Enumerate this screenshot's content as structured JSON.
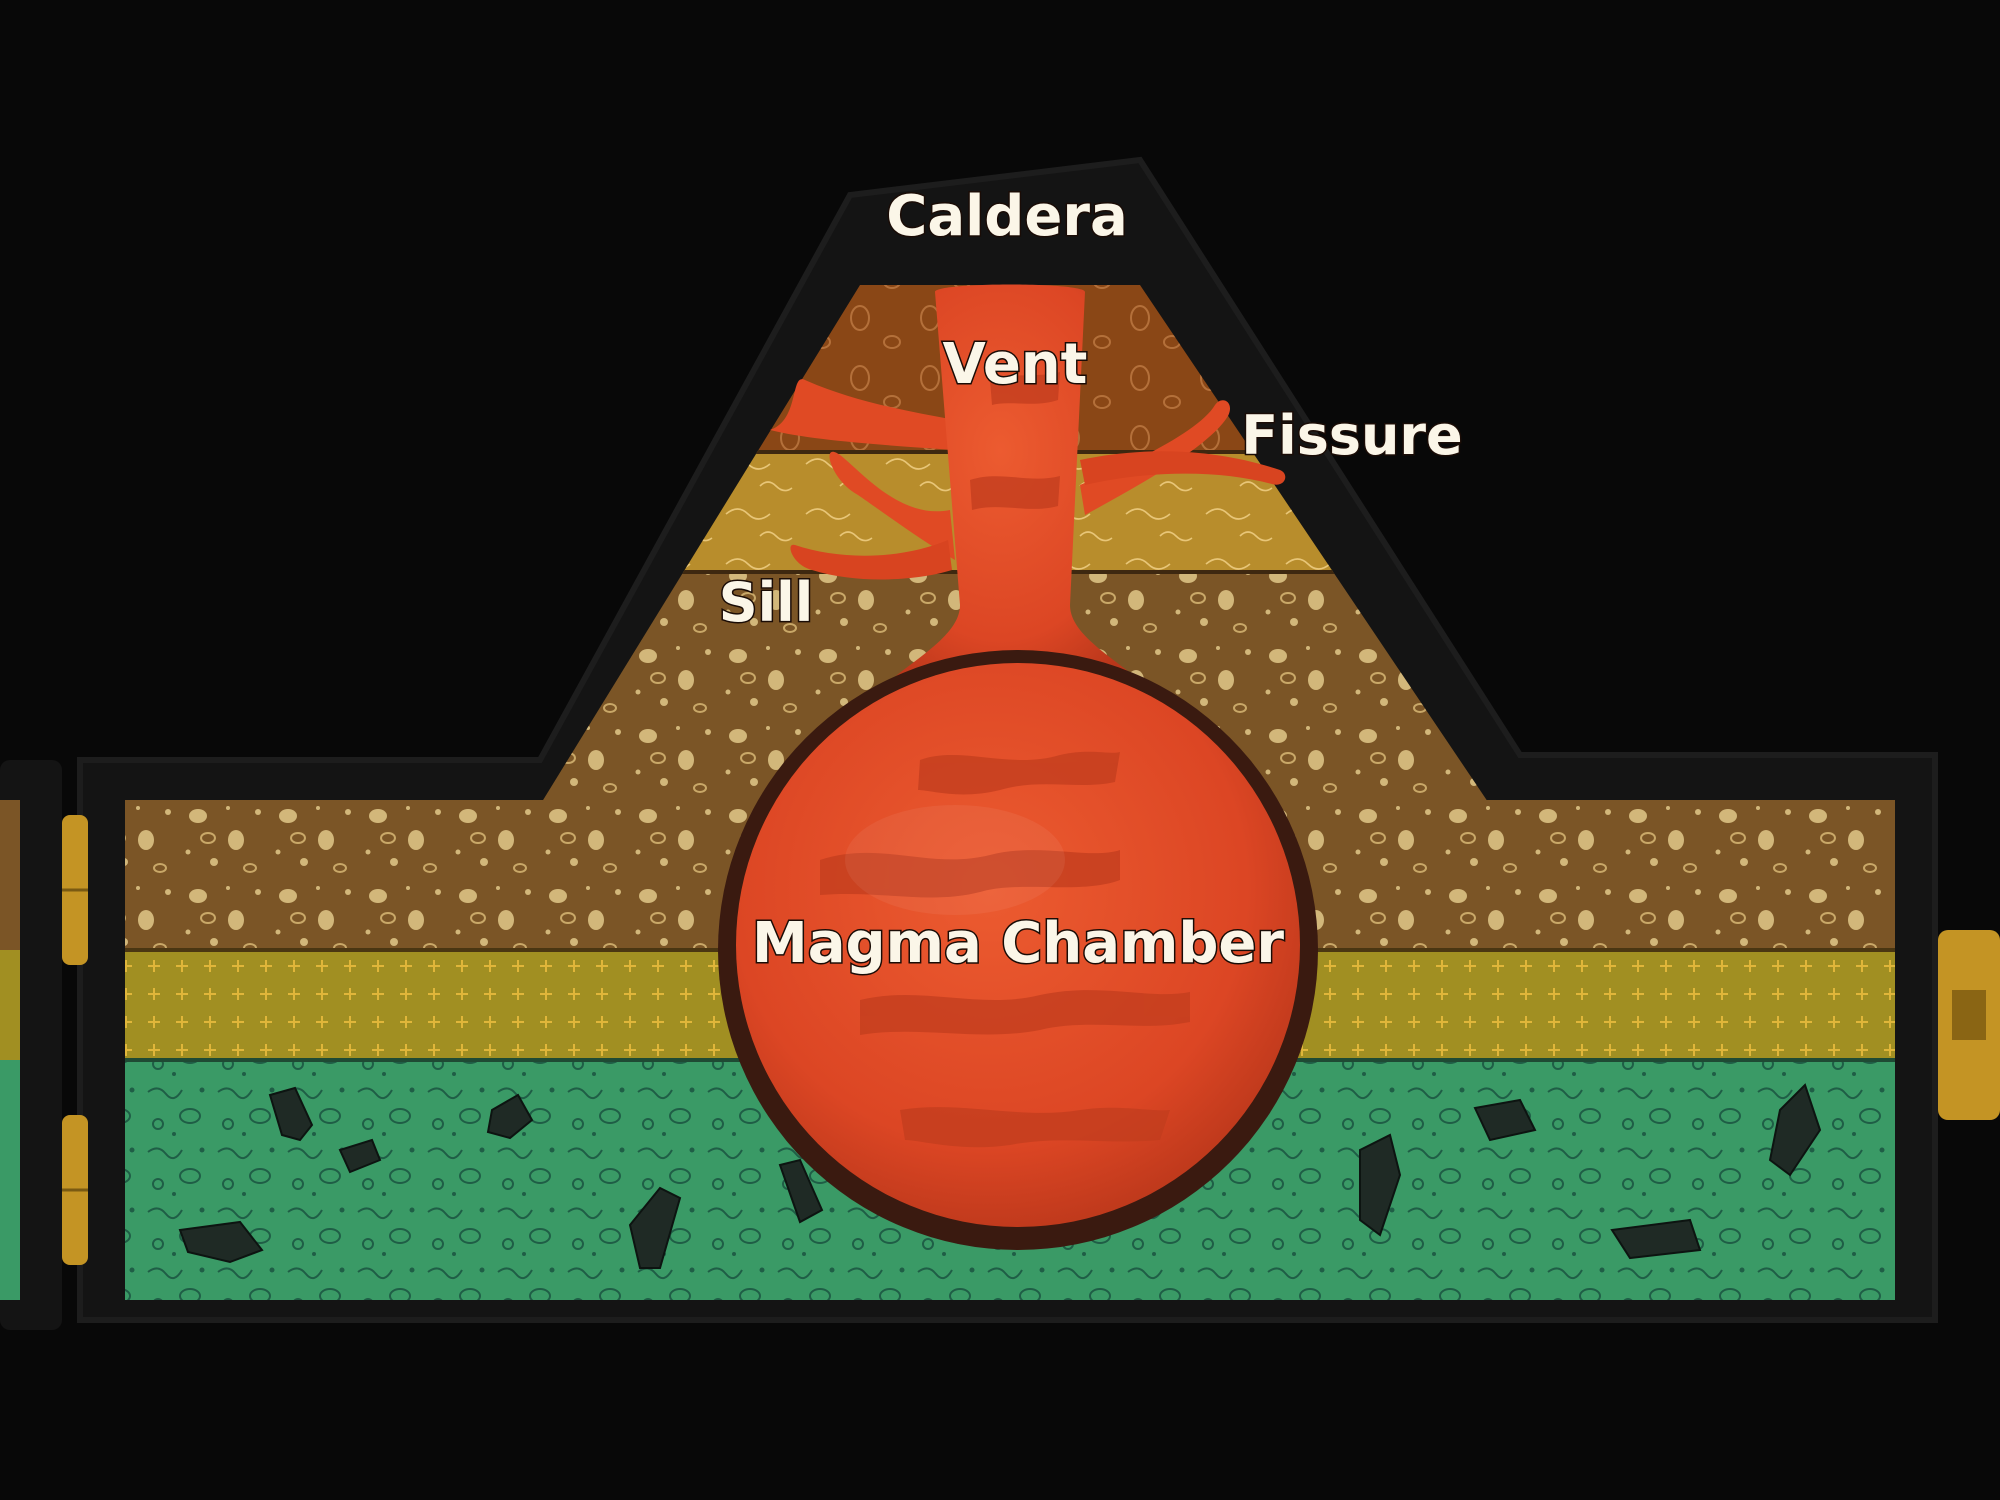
{
  "labels": {
    "caldera": "Caldera",
    "vent": "Vent",
    "fissure": "Fissure",
    "sill": "Sill",
    "magma_chamber": "Magma Chamber"
  },
  "colors": {
    "background": "#080808",
    "outline": "#141414",
    "soil_brown": "#7b5526",
    "soil_brown_dark": "#5e3f1b",
    "ochre_layer": "#b88d2c",
    "upper_rust": "#8a4716",
    "olive_band": "#a18f22",
    "green_bedrock": "#3a9a66",
    "magma": "#e04a24",
    "magma_dark": "#c23d1e",
    "pebble": "#d2b77a",
    "crystal": "#1f2a25",
    "hinge_gold": "#c49424",
    "label_text": "#fbf6e8"
  }
}
